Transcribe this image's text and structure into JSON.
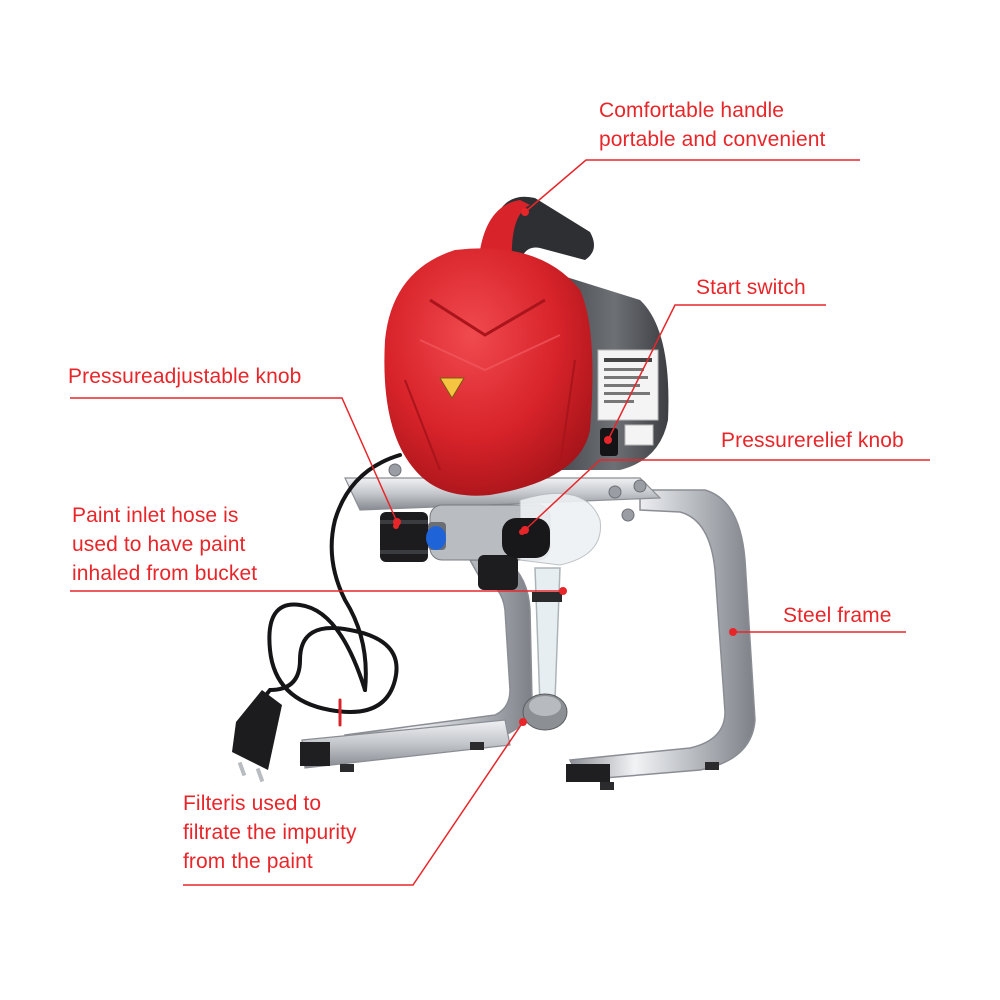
{
  "annotations": {
    "handle": {
      "lines": [
        "Comfortable handle",
        "portable and convenient"
      ]
    },
    "start_switch": {
      "lines": [
        "Start switch"
      ]
    },
    "pressure_adjust": {
      "lines": [
        "Pressureadjustable knob"
      ]
    },
    "pressure_relief": {
      "lines": [
        "Pressurerelief knob"
      ]
    },
    "inlet_hose": {
      "lines": [
        "Paint inlet hose is",
        "used to have paint",
        "inhaled from bucket"
      ]
    },
    "steel_frame": {
      "lines": [
        "Steel frame"
      ]
    },
    "filter": {
      "lines": [
        "Filteris used to",
        "filtrate the impurity",
        "from the paint"
      ]
    }
  },
  "colors": {
    "annotation": "#e8262a",
    "body_red": "#d8232a",
    "frame_chrome": "#c9ccd1",
    "dark_grey": "#3a3b3f"
  }
}
